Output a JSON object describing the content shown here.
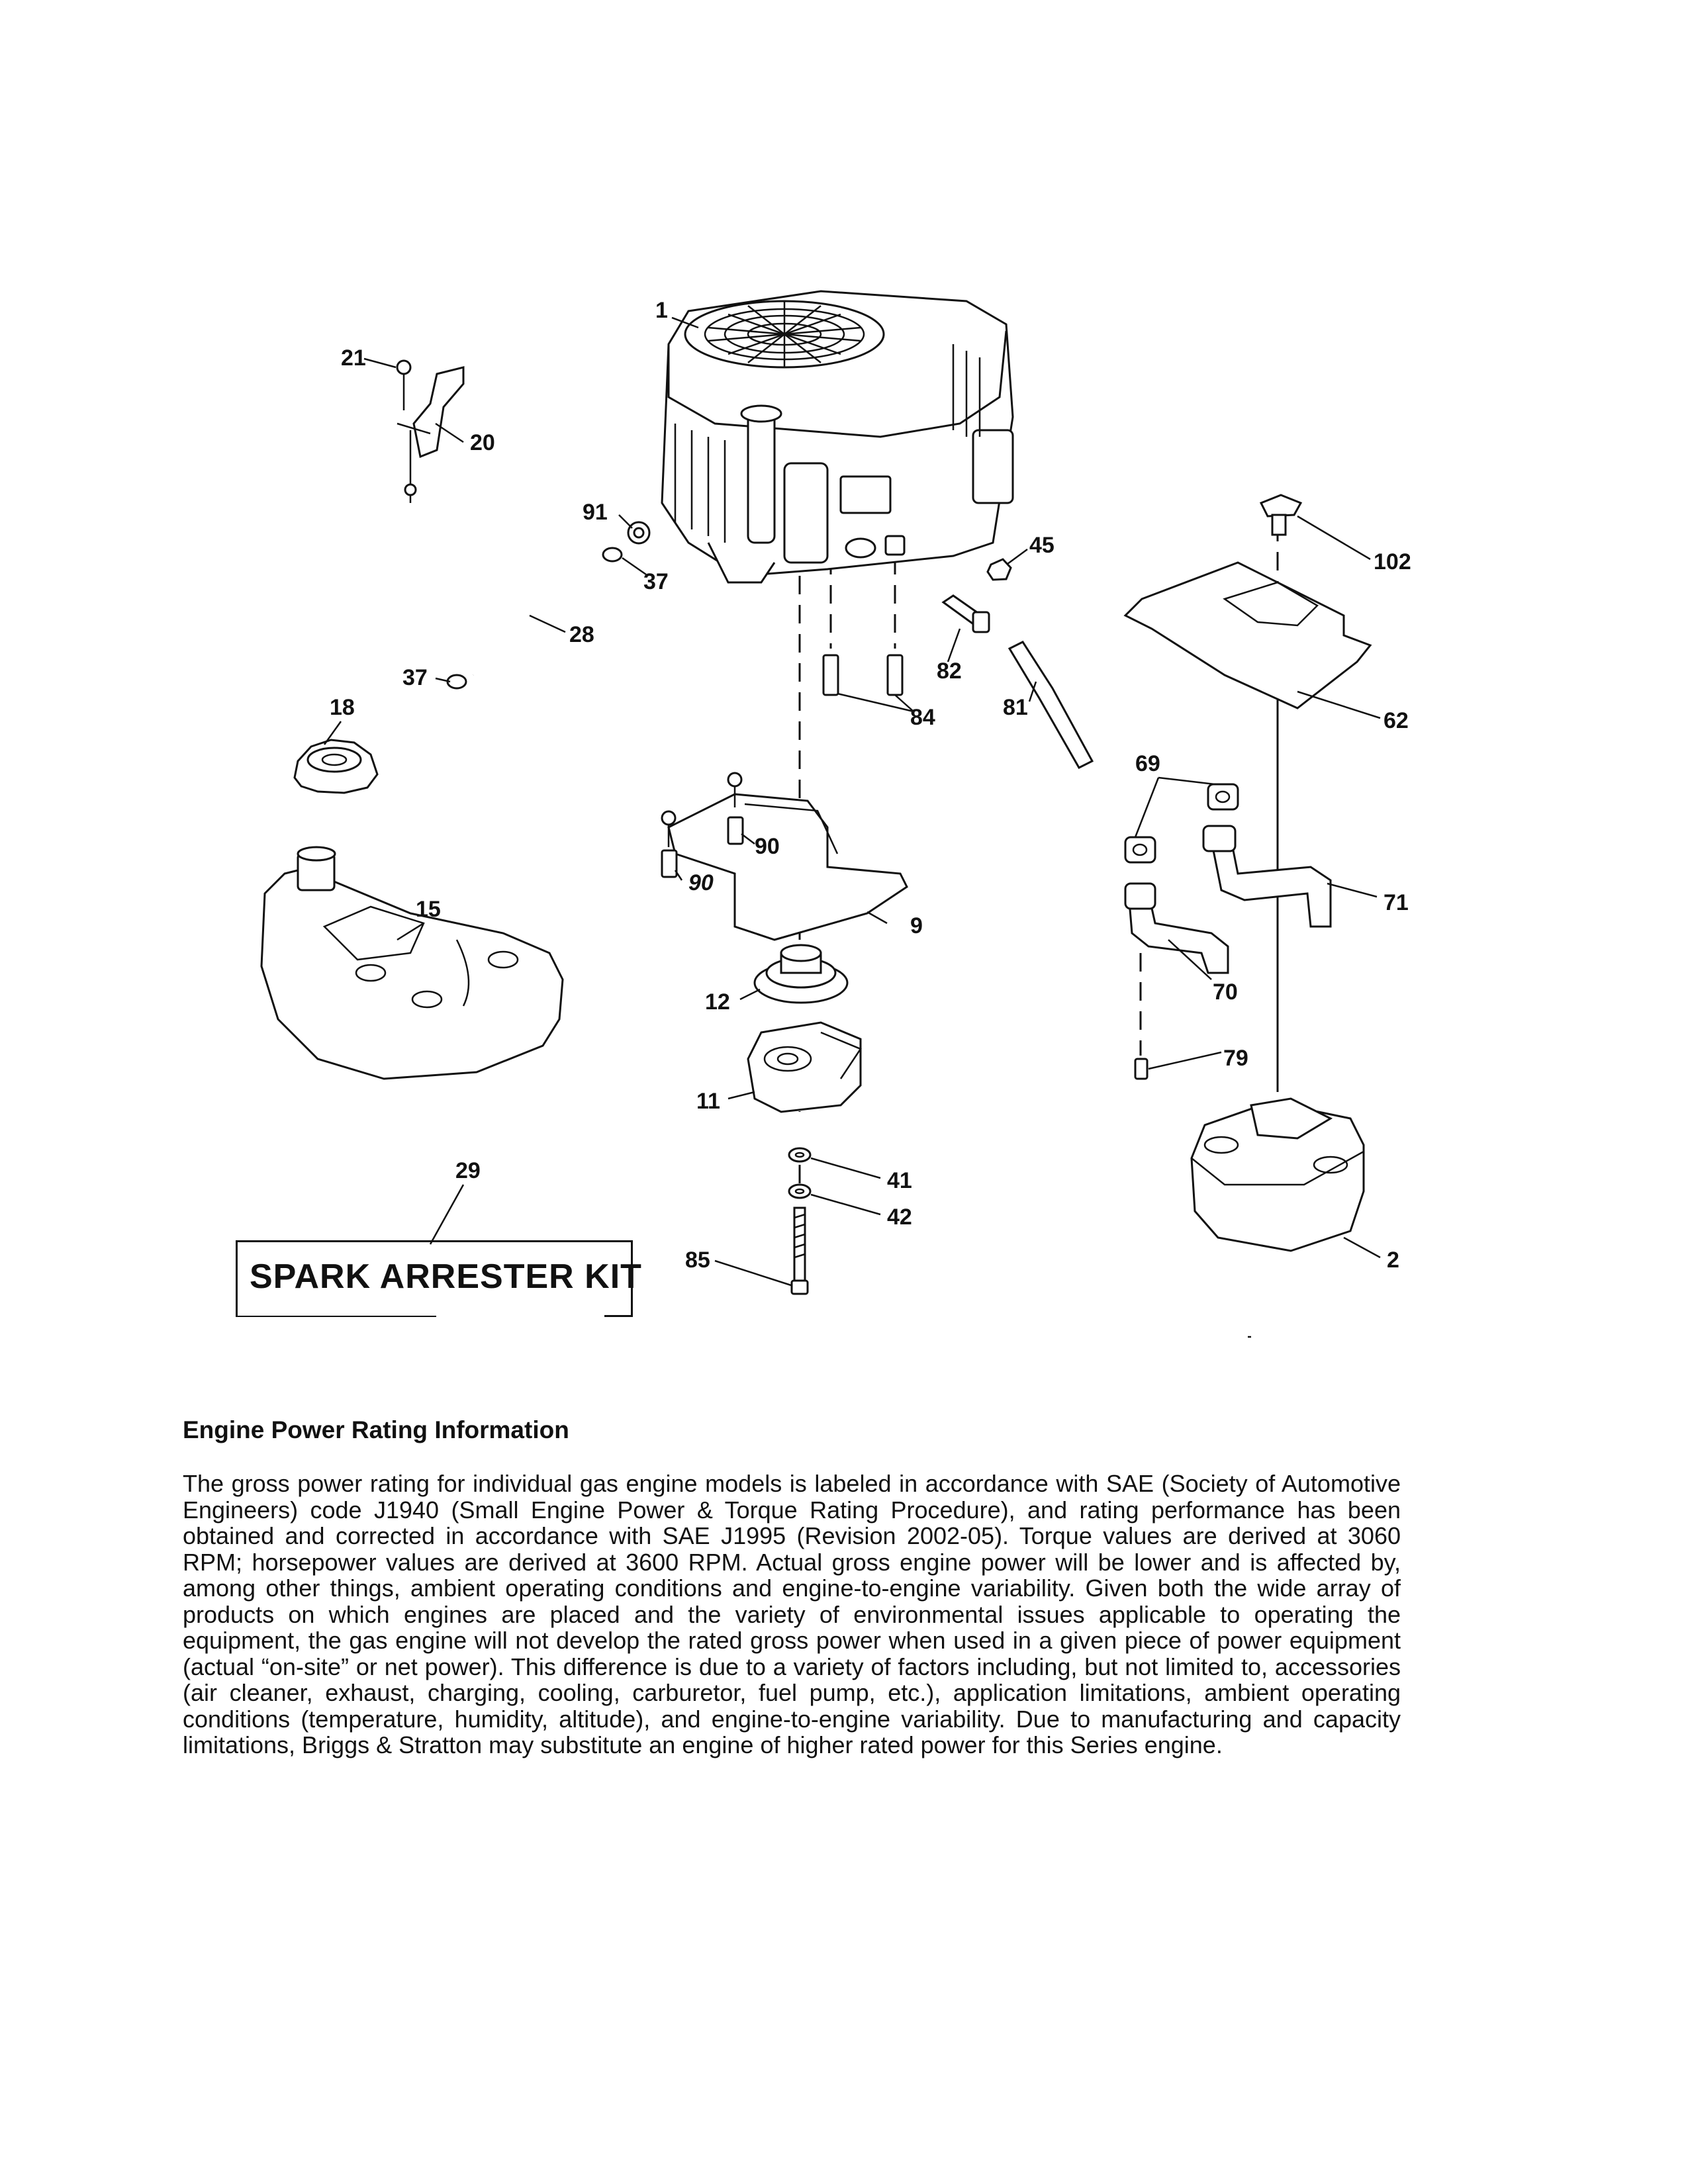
{
  "diagram": {
    "callouts": [
      {
        "id": "c1",
        "label": "1"
      },
      {
        "id": "c2",
        "label": "2"
      },
      {
        "id": "c9",
        "label": "9"
      },
      {
        "id": "c11",
        "label": "11"
      },
      {
        "id": "c12",
        "label": "12"
      },
      {
        "id": "c15",
        "label": "15"
      },
      {
        "id": "c18",
        "label": "18"
      },
      {
        "id": "c20",
        "label": "20"
      },
      {
        "id": "c21",
        "label": "21"
      },
      {
        "id": "c28",
        "label": "28"
      },
      {
        "id": "c29",
        "label": "29"
      },
      {
        "id": "c37a",
        "label": "37"
      },
      {
        "id": "c37b",
        "label": "37"
      },
      {
        "id": "c41",
        "label": "41"
      },
      {
        "id": "c42",
        "label": "42"
      },
      {
        "id": "c45",
        "label": "45"
      },
      {
        "id": "c62",
        "label": "62"
      },
      {
        "id": "c69",
        "label": "69"
      },
      {
        "id": "c70",
        "label": "70"
      },
      {
        "id": "c71",
        "label": "71"
      },
      {
        "id": "c79",
        "label": "79"
      },
      {
        "id": "c81",
        "label": "81"
      },
      {
        "id": "c82",
        "label": "82"
      },
      {
        "id": "c84",
        "label": "84"
      },
      {
        "id": "c85",
        "label": "85"
      },
      {
        "id": "c90a",
        "label": "90"
      },
      {
        "id": "c90b",
        "label": "90"
      },
      {
        "id": "c91",
        "label": "91"
      },
      {
        "id": "c102",
        "label": "102"
      }
    ],
    "spark_arrester_label": "SPARK ARRESTER KIT"
  },
  "info": {
    "heading": "Engine Power Rating Information",
    "body": "The gross power rating for individual gas engine models is labeled in accordance with SAE (Society of Automotive Engineers) code J1940 (Small Engine Power & Torque Rating Procedure), and rating performance has been obtained and corrected in accordance with SAE J1995 (Revision 2002-05). Torque values are derived at 3060 RPM; horsepower values are derived at 3600 RPM. Actual gross engine power will be lower and is affected by, among other things, ambient operating conditions and engine-to-engine variability. Given both the wide array of products on which engines are placed and the variety of environmental issues applicable to operating the equipment, the gas engine will not develop the rated gross power when used in a given piece of power equipment (actual “on-site” or net power). This difference is due to a variety of factors including, but not limited to, accessories (air cleaner, exhaust, charging, cooling, carburetor, fuel pump, etc.), application limitations, ambient operating conditions (temperature, humidity, altitude), and engine-to-engine variability. Due to manufacturing and capacity limitations, Briggs & Stratton may substitute an engine of higher rated power for this Series engine."
  }
}
